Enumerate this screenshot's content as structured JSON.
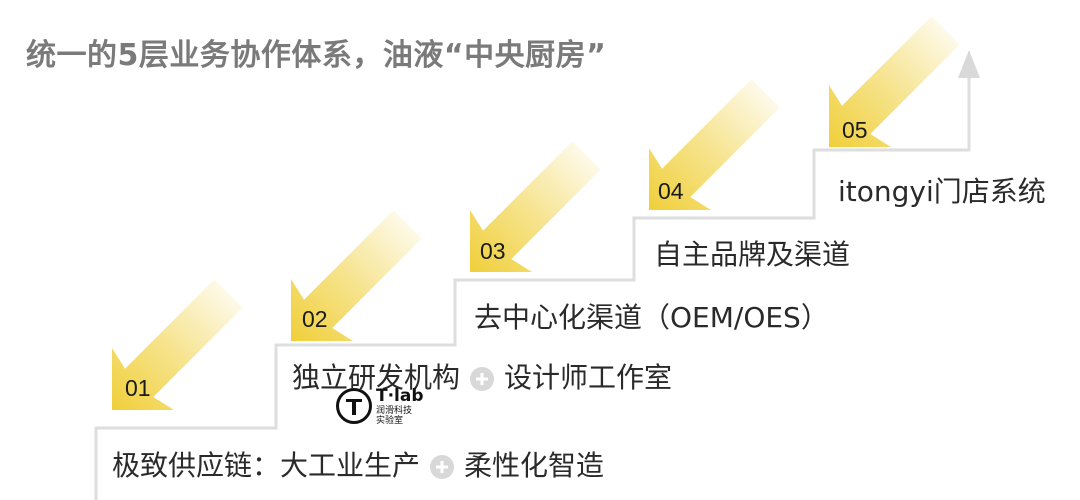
{
  "title": "统一的5层业务协作体系，油液“中央厨房”",
  "colors": {
    "arrow": "#f2d44f",
    "step_line": "#dedede",
    "title": "#7a7a7a"
  },
  "steps": [
    {
      "num": "01",
      "label_a": "极致供应链：大工业生产",
      "label_b": "柔性化智造"
    },
    {
      "num": "02",
      "label_a": "独立研发机构",
      "label_b": "设计师工作室"
    },
    {
      "num": "03",
      "label": "去中心化渠道（OEM/OES）"
    },
    {
      "num": "04",
      "label": "自主品牌及渠道"
    },
    {
      "num": "05",
      "label": "itongyi门店系统"
    }
  ],
  "tlab": {
    "name": "T·lab",
    "sub_line1": "润滑科技",
    "sub_line2": "实验室"
  }
}
